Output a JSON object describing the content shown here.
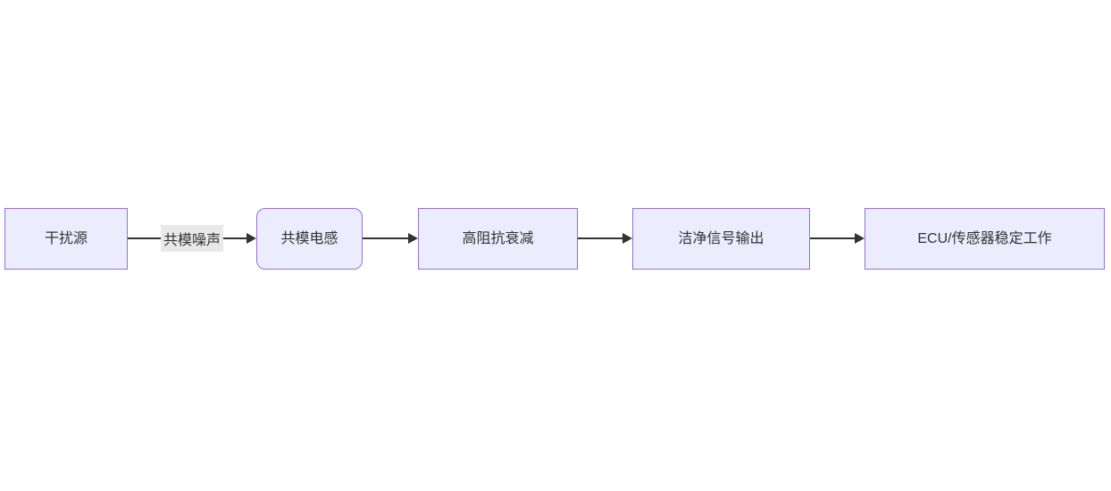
{
  "diagram": {
    "type": "flowchart",
    "direction": "left-to-right",
    "background": "#ffffff",
    "colors": {
      "node_fill": "#ECECFF",
      "node_border": "#9370DB",
      "text": "#333333",
      "edge_line": "#333333",
      "edge_label_bg": "#e8e8e8"
    },
    "nodes": [
      {
        "id": "A",
        "label": "干扰源",
        "shape": "rect"
      },
      {
        "id": "B",
        "label": "共模电感",
        "shape": "rounded"
      },
      {
        "id": "C",
        "label": "高阻抗衰减",
        "shape": "rect"
      },
      {
        "id": "D",
        "label": "洁净信号输出",
        "shape": "rect"
      },
      {
        "id": "E",
        "label": "ECU/传感器稳定工作",
        "shape": "rect"
      }
    ],
    "edges": [
      {
        "from": "A",
        "to": "B",
        "label": "共模噪声"
      },
      {
        "from": "B",
        "to": "C",
        "label": ""
      },
      {
        "from": "C",
        "to": "D",
        "label": ""
      },
      {
        "from": "D",
        "to": "E",
        "label": ""
      }
    ]
  }
}
